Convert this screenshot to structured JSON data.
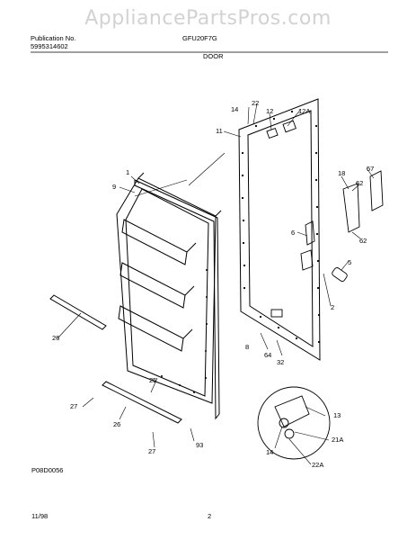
{
  "watermark": "AppliancePartsPros.com",
  "header": {
    "pub_label": "Publication No.",
    "pub_number": "5995314602",
    "model": "GFU20F7G",
    "section": "DOOR"
  },
  "footer": {
    "drawing_id": "P08D0056",
    "date": "11/98",
    "page": "2"
  },
  "callouts": [
    "14",
    "22",
    "12",
    "12A",
    "11",
    "1",
    "9",
    "18",
    "57",
    "62",
    "6",
    "62",
    "5",
    "2",
    "26",
    "64",
    "32",
    "8",
    "25",
    "27",
    "26",
    "27",
    "93",
    "13",
    "14",
    "21A",
    "22A"
  ]
}
